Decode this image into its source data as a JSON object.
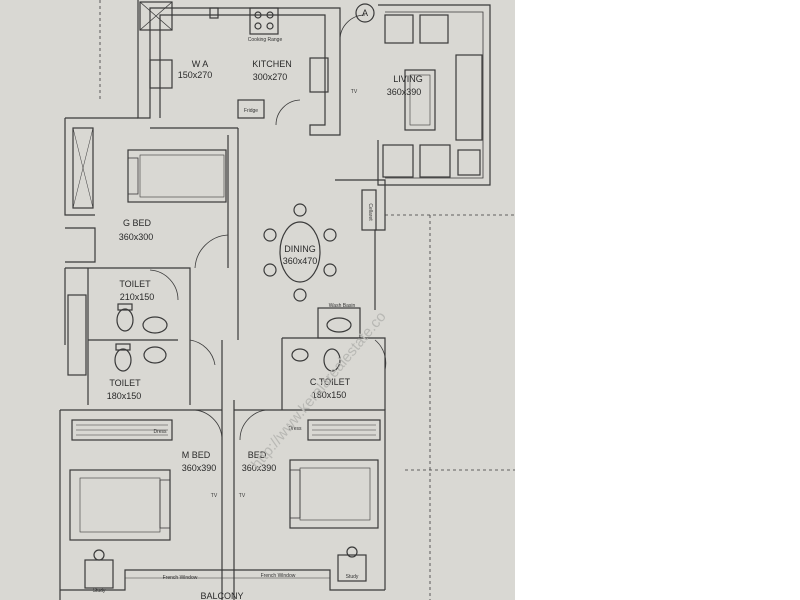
{
  "rooms": {
    "wa": {
      "name": "W A",
      "size": "150x270"
    },
    "kitchen": {
      "name": "KITCHEN",
      "size": "300x270"
    },
    "living": {
      "name": "LIVING",
      "size": "360x390"
    },
    "gbed": {
      "name": "G BED",
      "size": "360x300"
    },
    "dining": {
      "name": "DINING",
      "size": "360x470"
    },
    "toilet1": {
      "name": "TOILET",
      "size": "210x150"
    },
    "toilet2": {
      "name": "TOILET",
      "size": "180x150"
    },
    "ctoilet": {
      "name": "C.TOILET",
      "size": "180x150"
    },
    "mbed": {
      "name": "M BED",
      "size": "360x390"
    },
    "bed": {
      "name": "BED",
      "size": "360x390"
    },
    "balcony": {
      "name": "BALCONY"
    }
  },
  "fixtures": {
    "cooking_range": "Cooking Range",
    "fridge": "Fridge",
    "tv_living": "TV",
    "tv_mbed": "TV",
    "tv_bed": "TV",
    "wash_basin": "Wash Basin",
    "dress_mbed": "Dress",
    "dress_bed": "Dress",
    "study_mbed": "Study",
    "study_bed": "Study",
    "french_window_1": "French Window",
    "french_window_2": "French Window",
    "cellaret": "Cellaret"
  },
  "marker": "A",
  "watermark": "http://www.keralarealestate.co",
  "colors": {
    "paper": "#d9d8d3",
    "ink": "#3a3a3a"
  }
}
